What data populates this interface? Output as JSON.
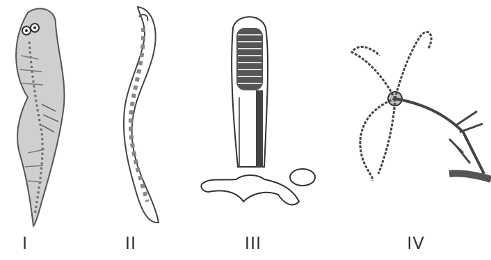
{
  "panels": [
    {
      "label": "I",
      "icon": "flatworm-icon"
    },
    {
      "label": "II",
      "icon": "roundworm-icon"
    },
    {
      "label": "III",
      "icon": "scyphopolyp-icon"
    },
    {
      "label": "IV",
      "icon": "brittle-star-icon"
    }
  ],
  "colors": {
    "ink": "#333333",
    "fill_light": "#d9d9d9",
    "fill_mid": "#9a9a9a"
  }
}
